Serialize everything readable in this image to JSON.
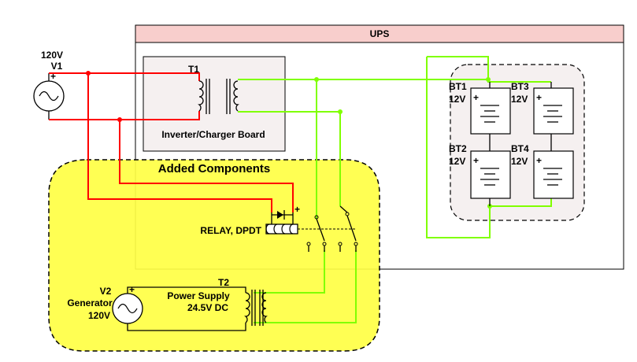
{
  "ups": {
    "title": "UPS"
  },
  "source": {
    "voltage": "120V",
    "name": "V1"
  },
  "transformer1": {
    "name": "T1"
  },
  "board": {
    "label": "Inverter/Charger Board"
  },
  "added": {
    "title": "Added Components"
  },
  "relay": {
    "label": "RELAY, DPDT"
  },
  "generator": {
    "name": "V2",
    "type": "Generator",
    "voltage": "120V"
  },
  "transformer2": {
    "name": "T2"
  },
  "power_supply": {
    "line1": "Power Supply",
    "line2": "24.5V DC"
  },
  "batteries": [
    {
      "name": "BT1",
      "voltage": "12V"
    },
    {
      "name": "BT3",
      "voltage": "12V"
    },
    {
      "name": "BT2",
      "voltage": "12V"
    },
    {
      "name": "BT4",
      "voltage": "12V"
    }
  ],
  "colors": {
    "ac_line": "#ff0000",
    "dc_line": "#80ff00",
    "added_fill": "#ffff44",
    "ups_header": "#f8cecc",
    "battery_group": "#f5f0f0"
  }
}
